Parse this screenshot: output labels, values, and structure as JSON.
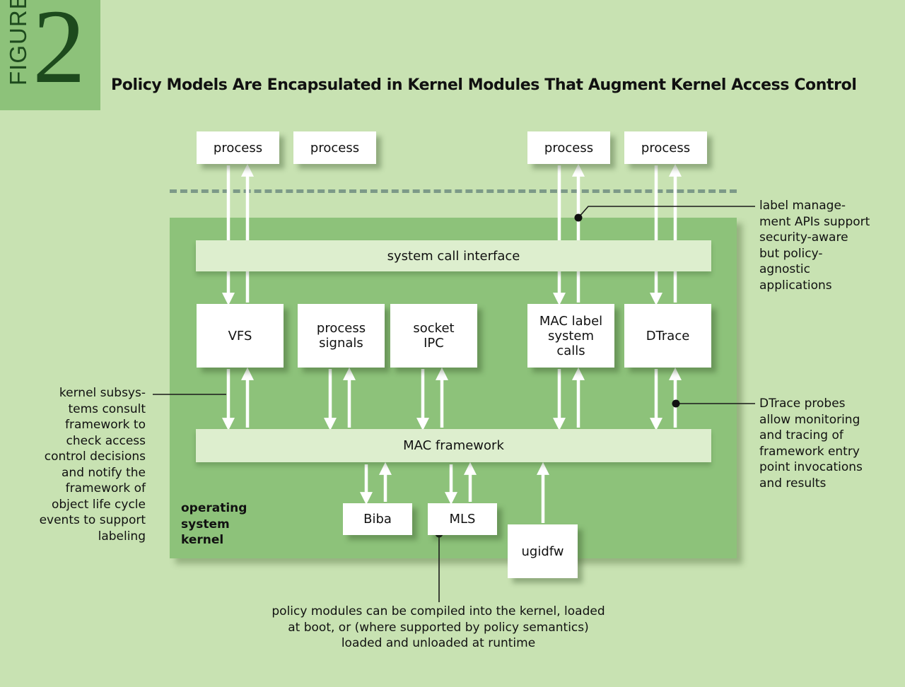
{
  "figure": {
    "word": "FIGURE",
    "number": "2"
  },
  "title": "Policy Models Are Encapsulated in Kernel Modules That Augment Kernel Access Control",
  "boxes": {
    "process_1": "process",
    "process_2": "process",
    "process_3": "process",
    "process_4": "process",
    "vfs": "VFS",
    "process_signals": "process\nsignals",
    "socket_ipc": "socket\nIPC",
    "mac_label_calls": "MAC label\nsystem\ncalls",
    "dtrace": "DTrace",
    "biba": "Biba",
    "mls": "MLS",
    "ugidfw": "ugidfw"
  },
  "bars": {
    "syscall_interface": "system call interface",
    "mac_framework": "MAC framework"
  },
  "kernel_label": "operating\nsystem\nkernel",
  "annotations": {
    "label_management": "label manage-\nment APIs support\nsecurity-aware\nbut policy-\nagnostic\napplications",
    "kernel_subsystems": "kernel subsys-\ntems consult\nframework to\ncheck access\ncontrol decisions\nand notify the\nframework of\nobject life cycle\nevents to support\nlabeling",
    "dtrace_probes": "DTrace probes\nallow monitoring\nand tracing of\nframework entry\npoint invocations\nand results",
    "policy_modules": "policy modules can be compiled into the kernel, loaded\nat boot, or (where supported by policy semantics)\nloaded and unloaded at runtime"
  },
  "colors": {
    "background": "#c8e2b2",
    "panel": "#8dc27a",
    "bar": "#ddeece",
    "arrow": "#ffffff",
    "dashed_line": "#7d9a88"
  }
}
